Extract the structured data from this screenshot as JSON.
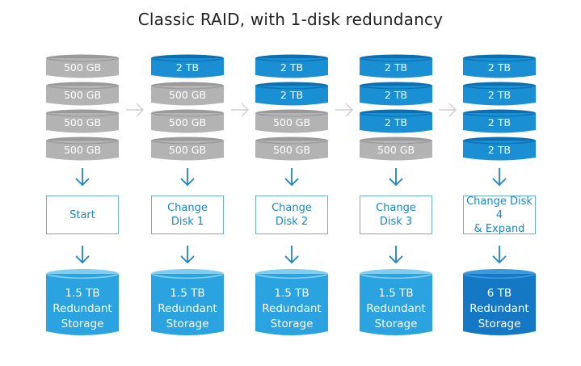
{
  "title": "Classic RAID, with 1-disk redundancy",
  "colors": {
    "old_disk": "#b3b3b3",
    "old_disk_top": "#9a9a9a",
    "new_disk": "#1a8fd4",
    "new_disk_top": "#0f6fae",
    "result": "#2aa3e0",
    "result_top": "#7fcdf0",
    "result_final": "#1478c4",
    "result_final_top": "#3a99dc",
    "box_border": "#6aaed6",
    "box_text": "#1a85c7",
    "down_arrow": "#1a85c7",
    "right_arrow": "#cfcfcf"
  },
  "stages": [
    {
      "disks": [
        {
          "label": "500 GB",
          "type": "old"
        },
        {
          "label": "500 GB",
          "type": "old"
        },
        {
          "label": "500 GB",
          "type": "old"
        },
        {
          "label": "500 GB",
          "type": "old"
        }
      ],
      "step": "Start",
      "result": "1.5 TB\nRedundant\nStorage",
      "final": false
    },
    {
      "disks": [
        {
          "label": "2 TB",
          "type": "new"
        },
        {
          "label": "500 GB",
          "type": "old"
        },
        {
          "label": "500 GB",
          "type": "old"
        },
        {
          "label": "500 GB",
          "type": "old"
        }
      ],
      "step": "Change\nDisk 1",
      "result": "1.5 TB\nRedundant\nStorage",
      "final": false
    },
    {
      "disks": [
        {
          "label": "2 TB",
          "type": "new"
        },
        {
          "label": "2 TB",
          "type": "new"
        },
        {
          "label": "500 GB",
          "type": "old"
        },
        {
          "label": "500 GB",
          "type": "old"
        }
      ],
      "step": "Change\nDisk 2",
      "result": "1.5 TB\nRedundant\nStorage",
      "final": false
    },
    {
      "disks": [
        {
          "label": "2 TB",
          "type": "new"
        },
        {
          "label": "2 TB",
          "type": "new"
        },
        {
          "label": "2 TB",
          "type": "new"
        },
        {
          "label": "500 GB",
          "type": "old"
        }
      ],
      "step": "Change\nDisk 3",
      "result": "1.5 TB\nRedundant\nStorage",
      "final": false
    },
    {
      "disks": [
        {
          "label": "2 TB",
          "type": "new"
        },
        {
          "label": "2 TB",
          "type": "new"
        },
        {
          "label": "2 TB",
          "type": "new"
        },
        {
          "label": "2 TB",
          "type": "new"
        }
      ],
      "step": "Change Disk 4\n& Expand",
      "result": "6 TB\nRedundant\nStorage",
      "final": true
    }
  ]
}
